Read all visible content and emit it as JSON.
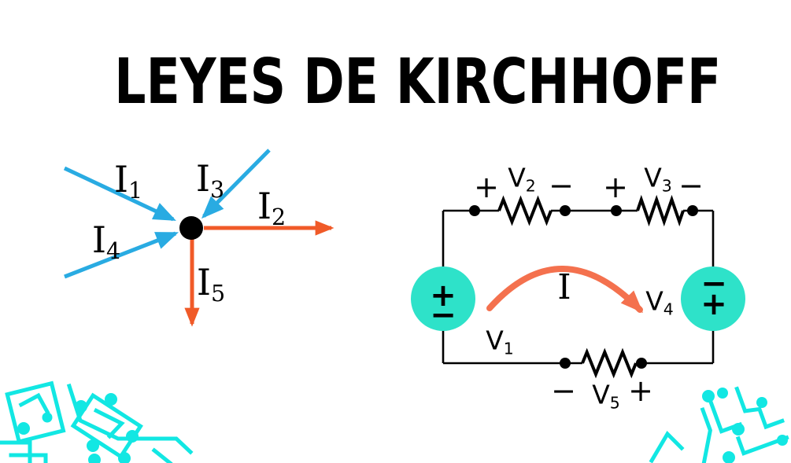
{
  "title": "LEYES DE KIRCHHOFF",
  "colors": {
    "background": "#FFFFFF",
    "text_black": "#000000",
    "arrow_blue": "#29ABE2",
    "arrow_orange": "#F05A28",
    "loop_arrow_orange": "#F4714E",
    "source_teal": "#2EE2C9",
    "decoration_cyan": "#12E7E3"
  },
  "node_diagram": {
    "node_color": "#000000",
    "currents": [
      {
        "base": "I",
        "sub": "1",
        "direction": "in",
        "color": "#29ABE2"
      },
      {
        "base": "I",
        "sub": "2",
        "direction": "out",
        "color": "#F05A28"
      },
      {
        "base": "I",
        "sub": "3",
        "direction": "in",
        "color": "#29ABE2"
      },
      {
        "base": "I",
        "sub": "4",
        "direction": "in",
        "color": "#29ABE2"
      },
      {
        "base": "I",
        "sub": "5",
        "direction": "out",
        "color": "#F05A28"
      }
    ]
  },
  "circuit": {
    "loop_current_label": {
      "base": "I"
    },
    "sources": [
      {
        "base": "V",
        "sub": "1",
        "top_sign": "+",
        "bottom_sign": "−",
        "side": "left"
      },
      {
        "base": "V",
        "sub": "4",
        "top_sign": "−",
        "bottom_sign": "+",
        "side": "right"
      }
    ],
    "resistors": [
      {
        "base": "V",
        "sub": "2",
        "left_sign": "+",
        "right_sign": "−",
        "position": "top-left"
      },
      {
        "base": "V",
        "sub": "3",
        "left_sign": "+",
        "right_sign": "−",
        "position": "top-right"
      },
      {
        "base": "V",
        "sub": "5",
        "left_sign": "−",
        "right_sign": "+",
        "position": "bottom"
      }
    ]
  },
  "decorations": {
    "bottom_left": "circuit-traces",
    "bottom_right": "circuit-traces"
  }
}
